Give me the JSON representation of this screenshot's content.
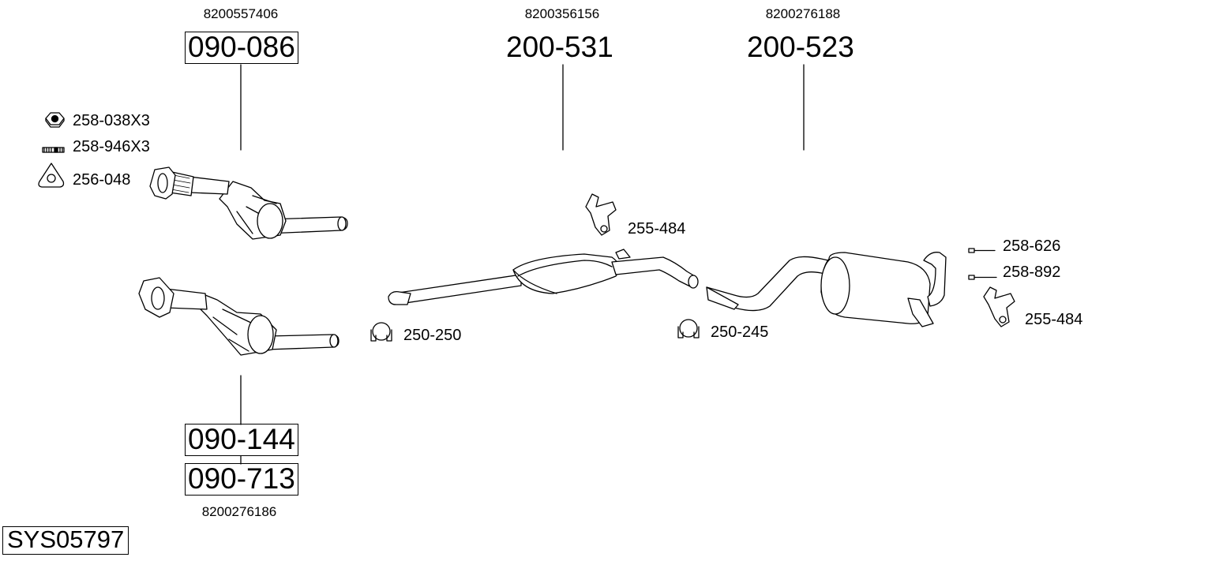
{
  "diagram": {
    "system_code": "SYS05797",
    "parts": [
      {
        "oem": "8200557406",
        "code": "090-086"
      },
      {
        "oem": "8200356156",
        "code": "200-531"
      },
      {
        "oem": "8200276188",
        "code": "200-523"
      },
      {
        "oem": "8200276186",
        "code": "090-144",
        "code2": "090-713"
      }
    ],
    "accessories": [
      {
        "code": "258-038X3",
        "icon": "nut-icon"
      },
      {
        "code": "258-946X3",
        "icon": "stud-icon"
      },
      {
        "code": "256-048",
        "icon": "gasket-icon"
      },
      {
        "code": "255-484",
        "icon": "rubber-hanger-icon"
      },
      {
        "code": "250-250",
        "icon": "clamp-icon"
      },
      {
        "code": "250-245",
        "icon": "clamp-icon"
      },
      {
        "code": "258-626",
        "icon": "bolt-icon"
      },
      {
        "code": "258-892",
        "icon": "bolt-icon"
      },
      {
        "code": "255-484",
        "icon": "rubber-hanger-icon"
      }
    ]
  }
}
